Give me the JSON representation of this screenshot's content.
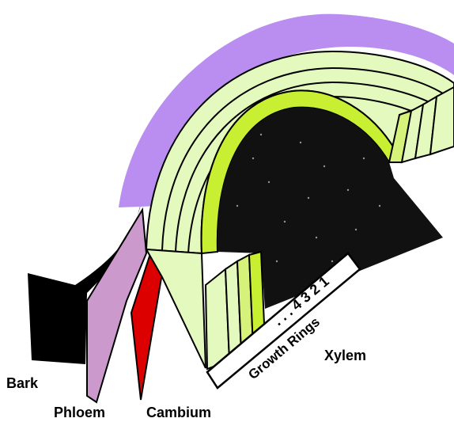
{
  "labels": {
    "bark": "Bark",
    "phloem": "Phloem",
    "cambium": "Cambium",
    "xylem": "Xylem",
    "growth_rings": "Growth Rings",
    "ring_numbers": ". . . 4 3 2 1"
  },
  "colors": {
    "bark": "#000000",
    "phloem": "#cc99cc",
    "bark_outer": "#b98ef0",
    "cambium": "#dd0000",
    "ring_face": "#e4f9bd",
    "ring_end": "#d6f27a",
    "ring_bright": "#c8ef32",
    "pith": "#111111"
  }
}
